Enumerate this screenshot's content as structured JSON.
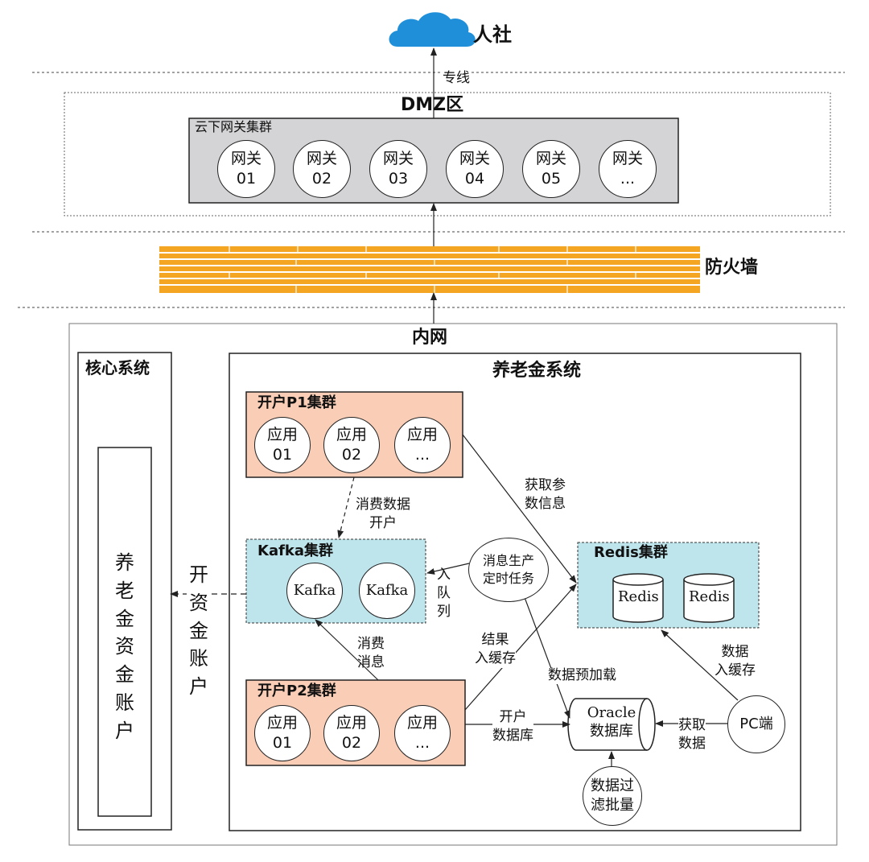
{
  "cloud": {
    "label": "人社",
    "link_label": "专线"
  },
  "dmz": {
    "label": "DMZ区",
    "cluster_label": "云下网关集群",
    "gateways": [
      {
        "name": "网关",
        "id": "01"
      },
      {
        "name": "网关",
        "id": "02"
      },
      {
        "name": "网关",
        "id": "03"
      },
      {
        "name": "网关",
        "id": "04"
      },
      {
        "name": "网关",
        "id": "05"
      },
      {
        "name": "网关",
        "id": "..."
      }
    ]
  },
  "firewall": {
    "label": "防火墙"
  },
  "intranet": {
    "label": "内网"
  },
  "core_system": {
    "label": "核心系统",
    "account_chars": [
      "养",
      "老",
      "金",
      "资",
      "金",
      "账",
      "户"
    ]
  },
  "open_account_chars": [
    "开",
    "资",
    "金",
    "账",
    "户"
  ],
  "pension_system": {
    "label": "养老金系统"
  },
  "p1_cluster": {
    "label": "开户P1集群",
    "apps": [
      {
        "name": "应用",
        "id": "01"
      },
      {
        "name": "应用",
        "id": "02"
      },
      {
        "name": "应用",
        "id": "..."
      }
    ]
  },
  "p2_cluster": {
    "label": "开户P2集群",
    "apps": [
      {
        "name": "应用",
        "id": "01"
      },
      {
        "name": "应用",
        "id": "02"
      },
      {
        "name": "应用",
        "id": "..."
      }
    ]
  },
  "kafka_cluster": {
    "label": "Kafka集群",
    "nodes": [
      "Kafka",
      "Kafka"
    ]
  },
  "redis_cluster": {
    "label": "Redis集群",
    "nodes": [
      "Redis",
      "Redis"
    ]
  },
  "msg_task": {
    "line1": "消息生产",
    "line2": "定时任务"
  },
  "oracle": {
    "line1": "Oracle",
    "line2": "数据库"
  },
  "pc": {
    "label": "PC端"
  },
  "filter": {
    "line1": "数据过",
    "line2": "滤批量"
  },
  "edge_labels": {
    "consume_open": [
      "消费数据",
      "开户"
    ],
    "get_params": [
      "获取参",
      "数信息"
    ],
    "enqueue": [
      "入",
      "队",
      "列"
    ],
    "consume_msg": [
      "消费",
      "消息"
    ],
    "result_cache": [
      "结果",
      "入缓存"
    ],
    "preload": "数据预加载",
    "open_db": [
      "开户",
      "数据库"
    ],
    "get_data": [
      "获取",
      "数据"
    ],
    "data_cache": [
      "数据",
      "入缓存"
    ]
  }
}
